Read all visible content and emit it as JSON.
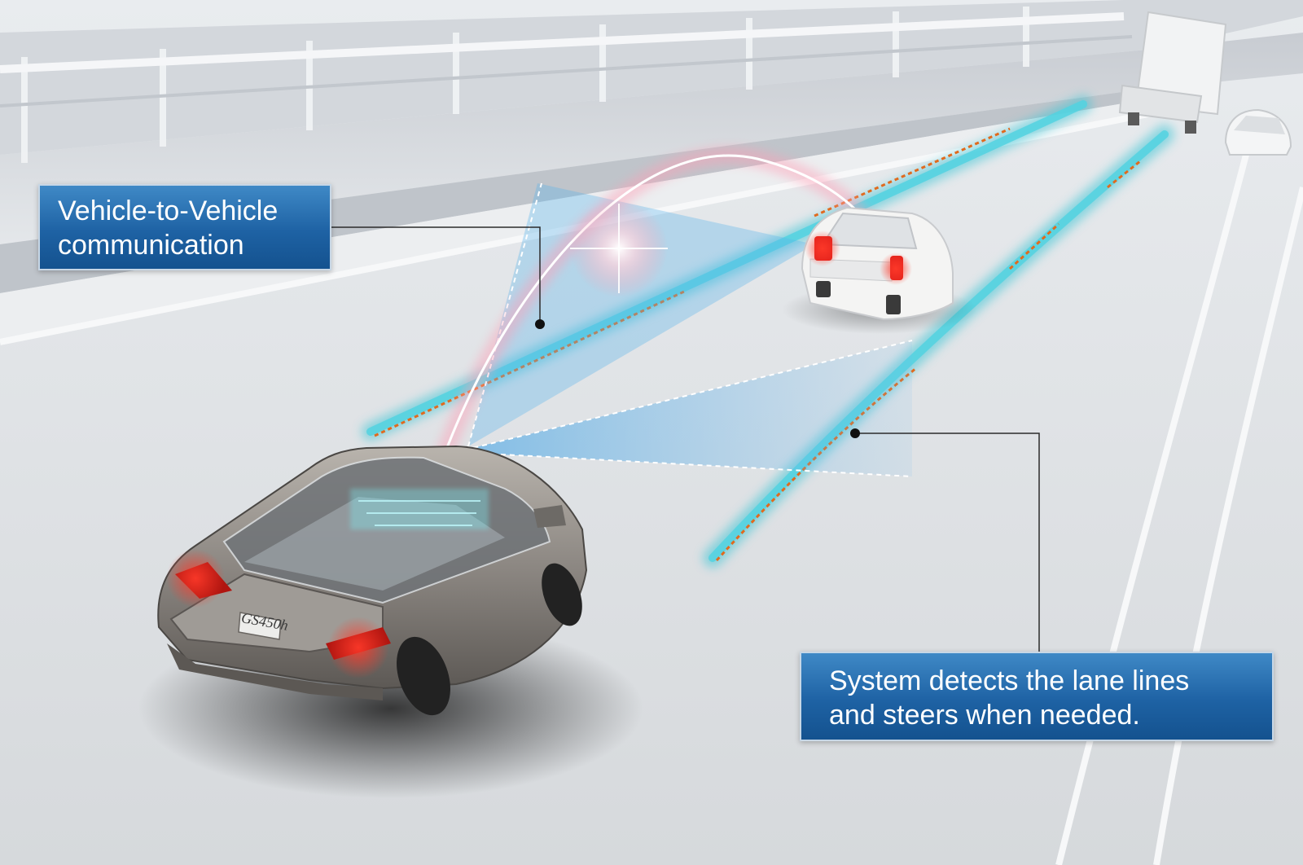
{
  "callouts": {
    "v2v": {
      "line1": "Vehicle-to-Vehicle",
      "line2": "communication"
    },
    "lane": {
      "line1": "System detects the lane lines",
      "line2": "and steers when needed."
    }
  },
  "car": {
    "model_badge": "GS450h"
  },
  "colors": {
    "callout_blue": "#1e62a4",
    "lane_cyan": "#3cc6d6",
    "dashed_orange": "#e06a1e",
    "taillight_red": "#e0201a"
  }
}
